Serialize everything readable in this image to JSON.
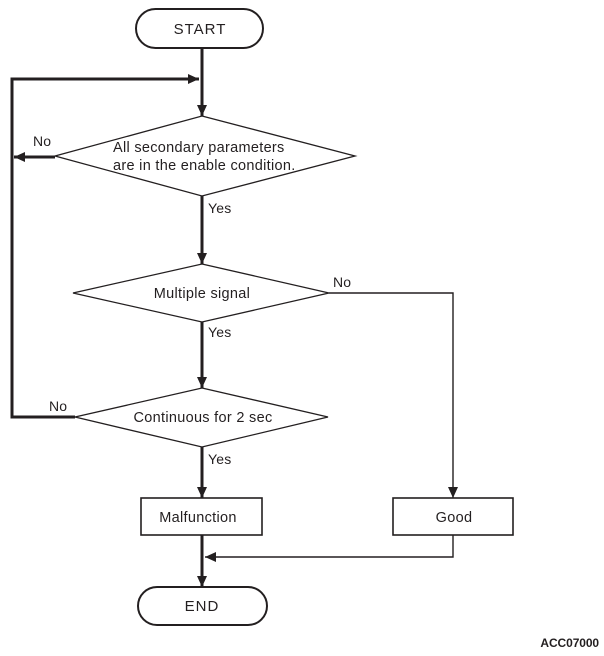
{
  "diagram": {
    "code": "ACC07000",
    "colors": {
      "ink": "#231f20",
      "background": "#ffffff"
    },
    "nodes": {
      "start": "START",
      "decision1_line1": "All secondary parameters",
      "decision1_line2": "are in the enable condition.",
      "decision2": "Multiple signal",
      "decision3": "Continuous for 2 sec",
      "malfunction": "Malfunction",
      "good": "Good",
      "end": "END"
    },
    "labels": {
      "decision1_no": "No",
      "decision1_yes": "Yes",
      "decision2_no": "No",
      "decision2_yes": "Yes",
      "decision3_no": "No",
      "decision3_yes": "Yes"
    }
  }
}
